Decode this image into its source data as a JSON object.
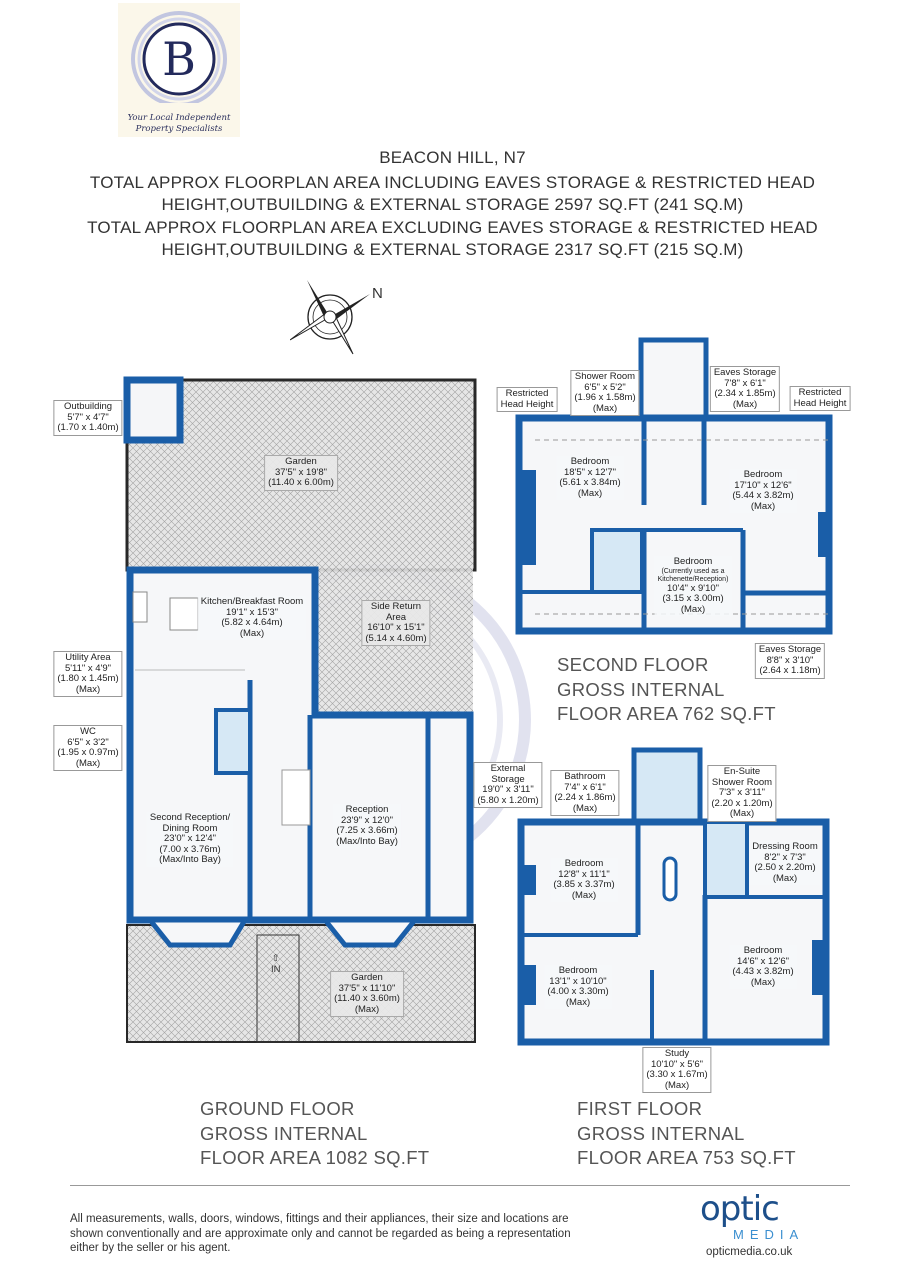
{
  "logo": {
    "letter": "B",
    "tagline_1": "Your Local Independent",
    "tagline_2": "Property Specialists",
    "ring_color": "#b9bfdc",
    "letter_color": "#232a5c"
  },
  "header": {
    "address": "BEACON HILL, N7",
    "line_1": "TOTAL APPROX FLOORPLAN AREA INCLUDING EAVES STORAGE & RESTRICTED HEAD",
    "line_2": "HEIGHT,OUTBUILDING & EXTERNAL STORAGE 2597 SQ.FT (241 SQ.M)",
    "line_3": "TOTAL APPROX FLOORPLAN AREA EXCLUDING EAVES STORAGE & RESTRICTED HEAD",
    "line_4": "HEIGHT,OUTBUILDING & EXTERNAL STORAGE 2317 SQ.FT (215 SQ.M)"
  },
  "compass": {
    "north_label": "N",
    "icon": "compass-rose-icon"
  },
  "colors": {
    "wall": "#1a5ea8",
    "hatch": "#9a9a9a",
    "wet_room": "#d6e8f5",
    "watermark": "#c9cbe2"
  },
  "ground_floor": {
    "title_1": "GROUND FLOOR",
    "title_2": "GROSS INTERNAL",
    "title_3": "FLOOR AREA 1082 SQ.FT",
    "entrance": "IN",
    "rooms": {
      "outbuilding": {
        "name": "Outbuilding",
        "imperial": "5'7\" x 4'7\"",
        "metric": "(1.70 x 1.40m)"
      },
      "garden_rear": {
        "name": "Garden",
        "imperial": "37'5\" x 19'8\"",
        "metric": "(11.40 x 6.00m)"
      },
      "kitchen": {
        "name": "Kitchen/Breakfast Room",
        "imperial": "19'1\" x 15'3\"",
        "metric": "(5.82 x 4.64m)",
        "note": "(Max)"
      },
      "side_return": {
        "name": "Side Return",
        "name_2": "Area",
        "imperial": "16'10\" x 15'1\"",
        "metric": "(5.14 x 4.60m)"
      },
      "utility": {
        "name": "Utility Area",
        "imperial": "5'11\" x 4'9\"",
        "metric": "(1.80 x 1.45m)",
        "note": "(Max)"
      },
      "wc": {
        "name": "WC",
        "imperial": "6'5\" x 3'2\"",
        "metric": "(1.95 x 0.97m)",
        "note": "(Max)"
      },
      "second_reception": {
        "name": "Second Reception/",
        "name_2": "Dining Room",
        "imperial": "23'0\" x 12'4\"",
        "metric": "(7.00 x 3.76m)",
        "note": "(Max/Into Bay)"
      },
      "reception": {
        "name": "Reception",
        "imperial": "23'9\" x 12'0\"",
        "metric": "(7.25 x 3.66m)",
        "note": "(Max/Into Bay)"
      },
      "external_storage": {
        "name": "External",
        "name_2": "Storage",
        "imperial": "19'0\" x 3'11\"",
        "metric": "(5.80 x 1.20m)"
      },
      "garden_front": {
        "name": "Garden",
        "imperial": "37'5\" x 11'10\"",
        "metric": "(11.40 x 3.60m)",
        "note": "(Max)"
      }
    }
  },
  "second_floor": {
    "title_1": "SECOND FLOOR",
    "title_2": "GROSS INTERNAL",
    "title_3": "FLOOR AREA 762 SQ.FT",
    "rooms": {
      "restricted_left": {
        "name": "Restricted",
        "name_2": "Head Height"
      },
      "shower_room": {
        "name": "Shower Room",
        "imperial": "6'5\" x 5'2\"",
        "metric": "(1.96 x 1.58m)",
        "note": "(Max)"
      },
      "eaves_top": {
        "name": "Eaves Storage",
        "imperial": "7'8\" x 6'1\"",
        "metric": "(2.34 x 1.85m)",
        "note": "(Max)"
      },
      "restricted_right": {
        "name": "Restricted",
        "name_2": "Head Height"
      },
      "bedroom_left": {
        "name": "Bedroom",
        "imperial": "18'5\" x 12'7\"",
        "metric": "(5.61 x 3.84m)",
        "note": "(Max)"
      },
      "bedroom_right": {
        "name": "Bedroom",
        "imperial": "17'10\" x 12'6\"",
        "metric": "(5.44 x 3.82m)",
        "note": "(Max)"
      },
      "bedroom_middle": {
        "name": "Bedroom",
        "sub_1": "(Currently used as a",
        "sub_2": "Kitchenette/Reception)",
        "imperial": "10'4\" x 9'10\"",
        "metric": "(3.15 x 3.00m)",
        "note": "(Max)"
      },
      "eaves_bottom": {
        "name": "Eaves Storage",
        "imperial": "8'8\" x 3'10\"",
        "metric": "(2.64 x 1.18m)"
      }
    }
  },
  "first_floor": {
    "title_1": "FIRST FLOOR",
    "title_2": "GROSS INTERNAL",
    "title_3": "FLOOR AREA 753 SQ.FT",
    "rooms": {
      "bathroom": {
        "name": "Bathroom",
        "imperial": "7'4\" x 6'1\"",
        "metric": "(2.24 x 1.86m)",
        "note": "(Max)"
      },
      "ensuite": {
        "name": "En-Suite",
        "name_2": "Shower Room",
        "imperial": "7'3\" x 3'11\"",
        "metric": "(2.20 x 1.20m)",
        "note": "(Max)"
      },
      "bedroom_1": {
        "name": "Bedroom",
        "imperial": "12'8\" x 11'1\"",
        "metric": "(3.85 x 3.37m)",
        "note": "(Max)"
      },
      "dressing": {
        "name": "Dressing Room",
        "imperial": "8'2\" x 7'3\"",
        "metric": "(2.50 x 2.20m)",
        "note": "(Max)"
      },
      "bedroom_2": {
        "name": "Bedroom",
        "imperial": "13'1\" x 10'10\"",
        "metric": "(4.00 x 3.30m)",
        "note": "(Max)"
      },
      "bedroom_3": {
        "name": "Bedroom",
        "imperial": "14'6\" x 12'6\"",
        "metric": "(4.43 x 3.82m)",
        "note": "(Max)"
      },
      "study": {
        "name": "Study",
        "imperial": "10'10\" x 5'6\"",
        "metric": "(3.30 x 1.67m)",
        "note": "(Max)"
      }
    }
  },
  "footer": {
    "disclaimer_1": "All measurements, walls, doors, windows, fittings and their appliances, their size and locations are",
    "disclaimer_2": "shown conventionally and are approximate only and cannot be regarded as being a representation",
    "disclaimer_3": "either by the seller or his agent.",
    "brand_word": "optic",
    "brand_sub": "MEDIA",
    "brand_url": "opticmedia.co.uk"
  }
}
